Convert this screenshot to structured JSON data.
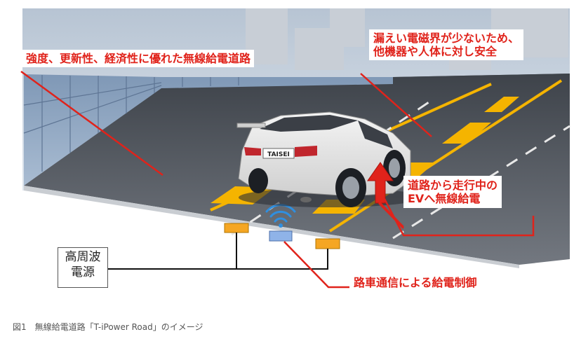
{
  "callouts": {
    "strength": "強度、更新性、経済性に優れた無線給電道路",
    "safety_line1": "漏えい電磁界が少ないため、",
    "safety_line2": "他機器や人体に対し安全",
    "ev_line1": "道路から走行中の",
    "ev_line2": "EVへ無線給電",
    "control": "路車通信による給電制御"
  },
  "power_supply": {
    "line1": "高周波",
    "line2": "電源"
  },
  "car_plate": "TAISEI",
  "caption": "図1　無線給電道路「T-iPower Road」のイメージ",
  "colors": {
    "callout_text": "#e0231b",
    "leader_line": "#e0231b",
    "coil_lane": "#f5b400",
    "transmit_coil": "#f5a623",
    "comm_unit": "#8fb3e8",
    "arrow": "#e0231b",
    "sky": "#c7d3e0",
    "road": "#5d6269",
    "wall_panel": "#8ea7c4"
  }
}
